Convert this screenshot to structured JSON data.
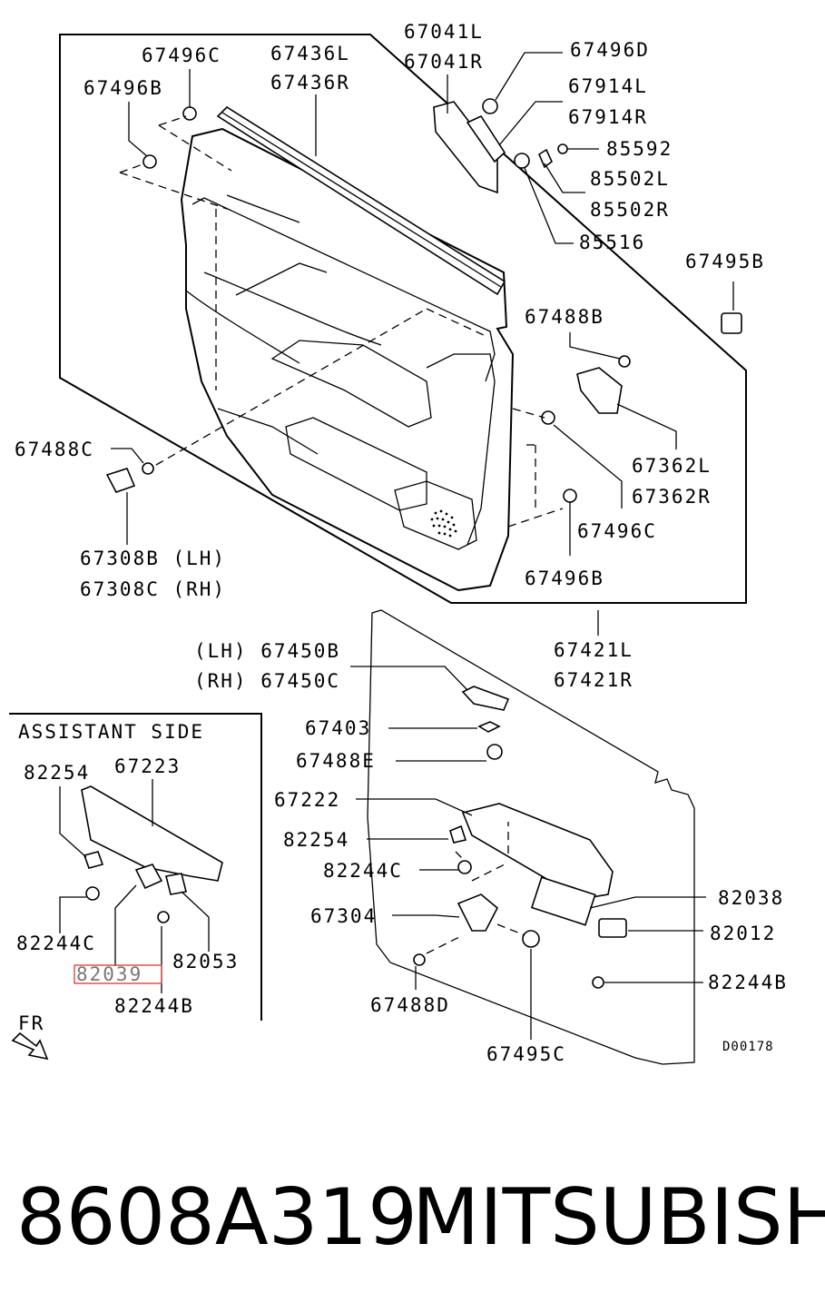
{
  "diagram_id": "D00178",
  "part_number": "8608A319",
  "brand": "MITSUBISHI",
  "highlighted_part": "82039",
  "section_title": "ASSISTANT SIDE",
  "direction_label": "FR",
  "labels": {
    "p67496C_top": "67496C",
    "p67496B_top": "67496B",
    "p67436L": "67436L",
    "p67436R": "67436R",
    "p67041L": "67041L",
    "p67041R": "67041R",
    "p67496D": "67496D",
    "p67914L": "67914L",
    "p67914R": "67914R",
    "p85592": "85592",
    "p85502L": "85502L",
    "p85502R": "85502R",
    "p85516": "85516",
    "p67495B": "67495B",
    "p67488B": "67488B",
    "p67362L": "67362L",
    "p67362R": "67362R",
    "p67496C_mid": "67496C",
    "p67496B_mid": "67496B",
    "p67488C": "67488C",
    "p67308B": "67308B (LH)",
    "p67308C": "67308C (RH)",
    "p67421L": "67421L",
    "p67421R": "67421R",
    "p67450B": "(LH) 67450B",
    "p67450C": "(RH) 67450C",
    "p67403": "67403",
    "p67488E": "67488E",
    "p67222": "67222",
    "p82254_main": "82254",
    "p82244C_main": "82244C",
    "p67304": "67304",
    "p67488D": "67488D",
    "p67495C": "67495C",
    "p82038": "82038",
    "p82012": "82012",
    "p82244B_main": "82244B",
    "p82254_asst": "82254",
    "p67223": "67223",
    "p82244C_asst": "82244C",
    "p82039": "82039",
    "p82053": "82053",
    "p82244B_asst": "82244B"
  }
}
